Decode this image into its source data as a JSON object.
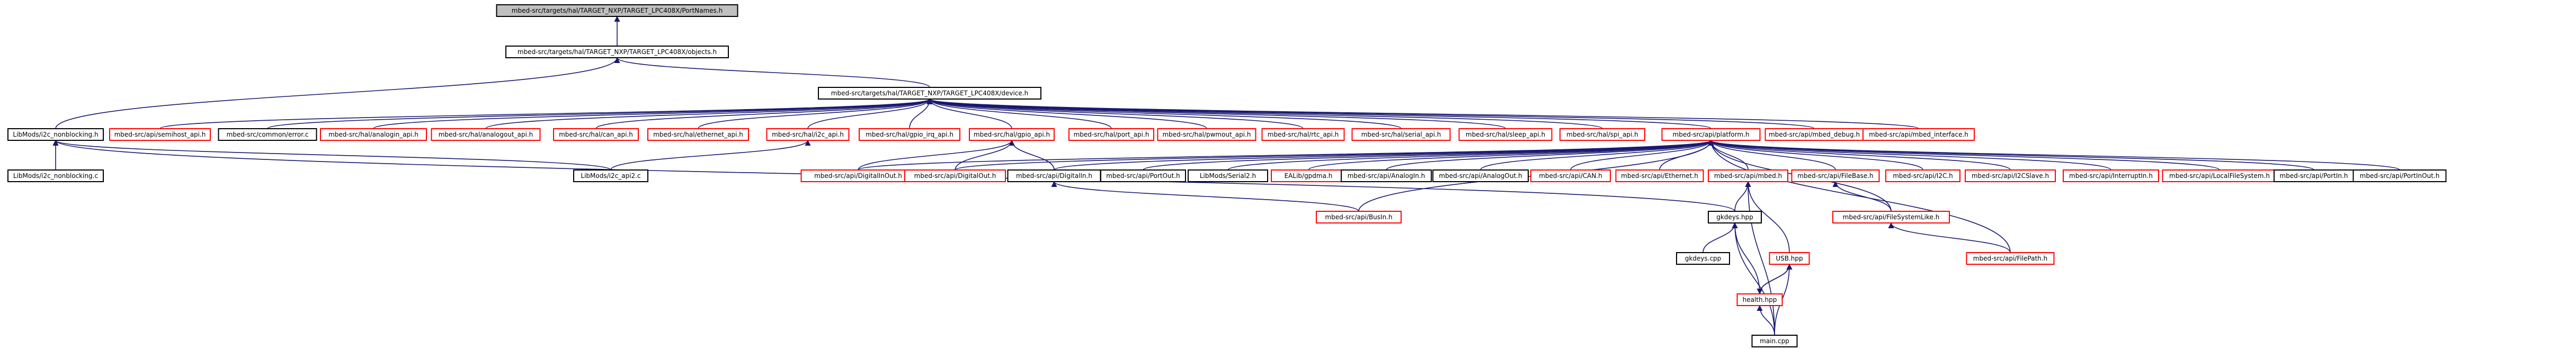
{
  "colors": {
    "background": "#ffffff",
    "edge_include": "#191970",
    "edge_implicit": "#8b1a1a",
    "node_border_black": "#000000",
    "node_border_red": "#ff0000",
    "node_fill_root": "#bfbfbf",
    "node_fill": "#ffffff",
    "text": "#000000"
  },
  "nodes": [
    {
      "id": "portnames",
      "label": "mbed-src/targets/hal/TARGET_NXP/TARGET_LPC408X/PortNames.h",
      "style": "root"
    },
    {
      "id": "objects",
      "label": "mbed-src/targets/hal/TARGET_NXP/TARGET_LPC408X/objects.h",
      "style": "black"
    },
    {
      "id": "device",
      "label": "mbed-src/targets/hal/TARGET_NXP/TARGET_LPC408X/device.h",
      "style": "black"
    },
    {
      "id": "i2c_nonblocking_h",
      "label": "LibMods/i2c_nonblocking.h",
      "style": "black"
    },
    {
      "id": "semihost",
      "label": "mbed-src/api/semihost_api.h",
      "style": "red"
    },
    {
      "id": "mbed_error_c",
      "label": "mbed-src/common/error.c",
      "style": "black"
    },
    {
      "id": "analogin_api",
      "label": "mbed-src/hal/analogin_api.h",
      "style": "red"
    },
    {
      "id": "analogout_api",
      "label": "mbed-src/hal/analogout_api.h",
      "style": "red"
    },
    {
      "id": "can_api",
      "label": "mbed-src/hal/can_api.h",
      "style": "red"
    },
    {
      "id": "ethernet_api",
      "label": "mbed-src/hal/ethernet_api.h",
      "style": "red"
    },
    {
      "id": "i2c_api",
      "label": "mbed-src/hal/i2c_api.h",
      "style": "red"
    },
    {
      "id": "gpio_irq_api",
      "label": "mbed-src/hal/gpio_irq_api.h",
      "style": "red"
    },
    {
      "id": "gpio_api",
      "label": "mbed-src/hal/gpio_api.h",
      "style": "red"
    },
    {
      "id": "port_api",
      "label": "mbed-src/hal/port_api.h",
      "style": "red"
    },
    {
      "id": "pwmout_api",
      "label": "mbed-src/hal/pwmout_api.h",
      "style": "red"
    },
    {
      "id": "rtc_api",
      "label": "mbed-src/hal/rtc_api.h",
      "style": "red"
    },
    {
      "id": "serial_api",
      "label": "mbed-src/hal/serial_api.h",
      "style": "red"
    },
    {
      "id": "sleep_api",
      "label": "mbed-src/hal/sleep_api.h",
      "style": "red"
    },
    {
      "id": "spi_api",
      "label": "mbed-src/hal/spi_api.h",
      "style": "red"
    },
    {
      "id": "platform",
      "label": "mbed-src/api/platform.h",
      "style": "red"
    },
    {
      "id": "mbed_debug",
      "label": "mbed-src/api/mbed_debug.h",
      "style": "red"
    },
    {
      "id": "mbed_interface",
      "label": "mbed-src/api/mbed_interface.h",
      "style": "red"
    },
    {
      "id": "i2c_nonblocking_c",
      "label": "LibMods/i2c_nonblocking.c",
      "style": "black"
    },
    {
      "id": "i2c_api2_c",
      "label": "LibMods/i2c_api2.c",
      "style": "black"
    },
    {
      "id": "digitalinout",
      "label": "mbed-src/api/DigitalInOut.h",
      "style": "red"
    },
    {
      "id": "digitalout",
      "label": "mbed-src/api/DigitalOut.h",
      "style": "red"
    },
    {
      "id": "digitalin",
      "label": "mbed-src/api/DigitalIn.h",
      "style": "black"
    },
    {
      "id": "portout",
      "label": "mbed-src/api/PortOut.h",
      "style": "black"
    },
    {
      "id": "serial2",
      "label": "LibMods/Serial2.h",
      "style": "black"
    },
    {
      "id": "ealcfg",
      "label": "EALib/gpdma.h",
      "style": "red"
    },
    {
      "id": "analogin",
      "label": "mbed-src/api/AnalogIn.h",
      "style": "black"
    },
    {
      "id": "analogout",
      "label": "mbed-src/api/AnalogOut.h",
      "style": "black"
    },
    {
      "id": "can",
      "label": "mbed-src/api/CAN.h",
      "style": "red"
    },
    {
      "id": "ethernet",
      "label": "mbed-src/api/Ethernet.h",
      "style": "red"
    },
    {
      "id": "mbed_h",
      "label": "mbed-src/api/mbed.h",
      "style": "red"
    },
    {
      "id": "filebase",
      "label": "mbed-src/api/FileBase.h",
      "style": "red"
    },
    {
      "id": "i2c_h",
      "label": "mbed-src/api/I2C.h",
      "style": "red"
    },
    {
      "id": "i2cslave",
      "label": "mbed-src/api/I2CSlave.h",
      "style": "red"
    },
    {
      "id": "interruptin",
      "label": "mbed-src/api/InterruptIn.h",
      "style": "red"
    },
    {
      "id": "localfilesystem",
      "label": "mbed-src/api/LocalFileSystem.h",
      "style": "red"
    },
    {
      "id": "portin",
      "label": "mbed-src/api/PortIn.h",
      "style": "black"
    },
    {
      "id": "portinout",
      "label": "mbed-src/api/PortInOut.h",
      "style": "black"
    },
    {
      "id": "busin",
      "label": "mbed-src/api/BusIn.h",
      "style": "red"
    },
    {
      "id": "gkeys_hpp",
      "label": "gkdeys.hpp",
      "style": "black"
    },
    {
      "id": "filesystemlike",
      "label": "mbed-src/api/FileSystemLike.h",
      "style": "red"
    },
    {
      "id": "gkeys_cpp",
      "label": "gkdeys.cpp",
      "style": "black"
    },
    {
      "id": "usb_hpp",
      "label": "USB.hpp",
      "style": "red"
    },
    {
      "id": "filepath",
      "label": "mbed-src/api/FilePath.h",
      "style": "red"
    },
    {
      "id": "health_hpp",
      "label": "health.hpp",
      "style": "red"
    },
    {
      "id": "main_cpp",
      "label": "main.cpp",
      "style": "black"
    }
  ],
  "edges": [
    {
      "from": "objects",
      "to": "portnames",
      "kind": "include"
    },
    {
      "from": "device",
      "to": "objects",
      "kind": "include"
    },
    {
      "from": "i2c_nonblocking_h",
      "to": "objects",
      "kind": "include"
    },
    {
      "from": "semihost",
      "to": "device",
      "kind": "include"
    },
    {
      "from": "mbed_error_c",
      "to": "device",
      "kind": "include"
    },
    {
      "from": "analogin_api",
      "to": "device",
      "kind": "include"
    },
    {
      "from": "analogout_api",
      "to": "device",
      "kind": "include"
    },
    {
      "from": "can_api",
      "to": "device",
      "kind": "include"
    },
    {
      "from": "ethernet_api",
      "to": "device",
      "kind": "include"
    },
    {
      "from": "i2c_api",
      "to": "device",
      "kind": "include"
    },
    {
      "from": "gpio_irq_api",
      "to": "device",
      "kind": "include"
    },
    {
      "from": "gpio_api",
      "to": "device",
      "kind": "include"
    },
    {
      "from": "port_api",
      "to": "device",
      "kind": "include"
    },
    {
      "from": "pwmout_api",
      "to": "device",
      "kind": "include"
    },
    {
      "from": "rtc_api",
      "to": "device",
      "kind": "include"
    },
    {
      "from": "serial_api",
      "to": "device",
      "kind": "include"
    },
    {
      "from": "sleep_api",
      "to": "device",
      "kind": "include"
    },
    {
      "from": "spi_api",
      "to": "device",
      "kind": "include"
    },
    {
      "from": "platform",
      "to": "device",
      "kind": "include"
    },
    {
      "from": "mbed_debug",
      "to": "device",
      "kind": "include"
    },
    {
      "from": "mbed_interface",
      "to": "device",
      "kind": "include"
    },
    {
      "from": "i2c_nonblocking_c",
      "to": "i2c_nonblocking_h",
      "kind": "include"
    },
    {
      "from": "i2c_api2_c",
      "to": "i2c_nonblocking_h",
      "kind": "include"
    },
    {
      "from": "gkeys_hpp",
      "to": "i2c_nonblocking_h",
      "kind": "include"
    },
    {
      "from": "i2c_api2_c",
      "to": "i2c_api",
      "kind": "include"
    },
    {
      "from": "digitalinout",
      "to": "gpio_api",
      "kind": "include"
    },
    {
      "from": "digitalout",
      "to": "gpio_api",
      "kind": "include"
    },
    {
      "from": "digitalin",
      "to": "gpio_api",
      "kind": "include"
    },
    {
      "from": "digitalinout",
      "to": "platform",
      "kind": "include"
    },
    {
      "from": "digitalout",
      "to": "platform",
      "kind": "include"
    },
    {
      "from": "digitalin",
      "to": "platform",
      "kind": "include"
    },
    {
      "from": "portout",
      "to": "platform",
      "kind": "include"
    },
    {
      "from": "serial2",
      "to": "platform",
      "kind": "include"
    },
    {
      "from": "ealcfg",
      "to": "platform",
      "kind": "include"
    },
    {
      "from": "analogin",
      "to": "platform",
      "kind": "include"
    },
    {
      "from": "analogout",
      "to": "platform",
      "kind": "include"
    },
    {
      "from": "can",
      "to": "platform",
      "kind": "include"
    },
    {
      "from": "ethernet",
      "to": "platform",
      "kind": "include"
    },
    {
      "from": "mbed_h",
      "to": "platform",
      "kind": "include"
    },
    {
      "from": "filebase",
      "to": "platform",
      "kind": "include"
    },
    {
      "from": "i2c_h",
      "to": "platform",
      "kind": "include"
    },
    {
      "from": "i2cslave",
      "to": "platform",
      "kind": "include"
    },
    {
      "from": "interruptin",
      "to": "platform",
      "kind": "include"
    },
    {
      "from": "localfilesystem",
      "to": "platform",
      "kind": "include"
    },
    {
      "from": "portin",
      "to": "platform",
      "kind": "include"
    },
    {
      "from": "portinout",
      "to": "platform",
      "kind": "include"
    },
    {
      "from": "busin",
      "to": "platform",
      "kind": "include"
    },
    {
      "from": "filesystemlike",
      "to": "platform",
      "kind": "include"
    },
    {
      "from": "filepath",
      "to": "platform",
      "kind": "include"
    },
    {
      "from": "busin",
      "to": "digitalin",
      "kind": "include"
    },
    {
      "from": "gkeys_hpp",
      "to": "mbed_h",
      "kind": "include"
    },
    {
      "from": "usb_hpp",
      "to": "mbed_h",
      "kind": "include"
    },
    {
      "from": "main_cpp",
      "to": "mbed_h",
      "kind": "include"
    },
    {
      "from": "filesystemlike",
      "to": "filebase",
      "kind": "include"
    },
    {
      "from": "filepath",
      "to": "filesystemlike",
      "kind": "include"
    },
    {
      "from": "gkeys_cpp",
      "to": "gkeys_hpp",
      "kind": "include"
    },
    {
      "from": "health_hpp",
      "to": "gkeys_hpp",
      "kind": "include"
    },
    {
      "from": "main_cpp",
      "to": "gkeys_hpp",
      "kind": "include"
    },
    {
      "from": "health_hpp",
      "to": "usb_hpp",
      "kind": "include"
    },
    {
      "from": "main_cpp",
      "to": "usb_hpp",
      "kind": "include"
    },
    {
      "from": "main_cpp",
      "to": "health_hpp",
      "kind": "include"
    },
    {
      "from": "usb_hpp",
      "to": "health_hpp",
      "kind": "include"
    }
  ]
}
